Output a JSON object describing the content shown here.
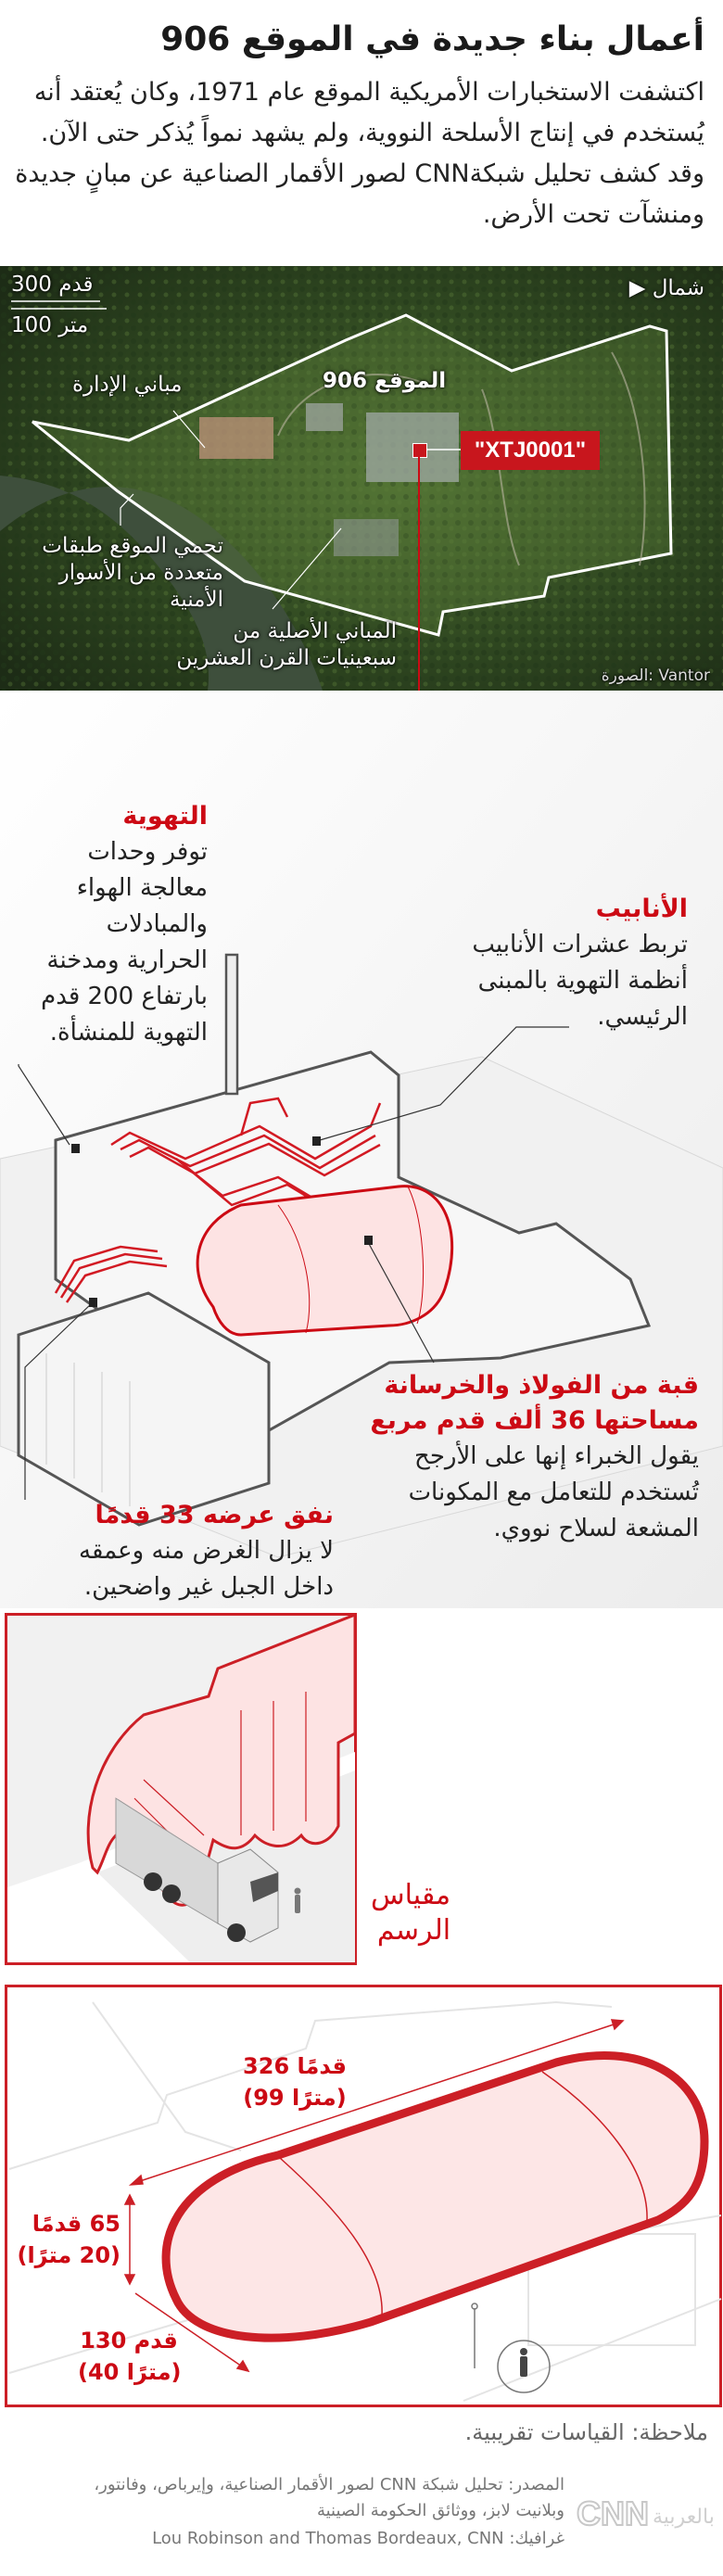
{
  "header": {
    "title": "أعمال بناء جديدة في الموقع 906",
    "intro": "اكتشفت الاستخبارات الأمريكية الموقع عام 1971، وكان يُعتقد أنه يُستخدم في إنتاج الأسلحة النووية، ولم يشهد نمواً يُذكر حتى الآن. وقد كشف تحليل شبكةCNN لصور الأقمار الصناعية عن مبانٍ جديدة ومنشآت تحت الأرض."
  },
  "map": {
    "scale_feet": "300 قدم",
    "scale_meters": "100 متر",
    "north": "شمال",
    "site_label": "الموقع 906",
    "admin_label": "مباني الإدارة",
    "walls_label": [
      "تحمي الموقع طبقات",
      "متعددة من الأسوار",
      "الأمنية"
    ],
    "original_label": [
      "المباني الأصلية من",
      "سبعينيات القرن العشرين"
    ],
    "building_id": "\"XTJ0001\"",
    "credit": "الصورة: Vantor"
  },
  "diagram": {
    "ventilation": {
      "title": "التهوية",
      "lines": [
        "توفر وحدات",
        "معالجة الهواء",
        "والمبادلات",
        "الحرارية ومدخنة",
        "بارتفاع 200 قدم",
        "التهوية للمنشأة."
      ]
    },
    "pipes": {
      "title": "الأنابيب",
      "lines": [
        "تربط عشرات الأنابيب",
        "أنظمة التهوية بالمبنى",
        "الرئيسي."
      ]
    },
    "dome": {
      "title": [
        "قبة من الفولاذ والخرسانة",
        "مساحتها 36 ألف قدم مربع"
      ],
      "lines": [
        "يقول الخبراء إنها على الأرجح",
        "تُستخدم للتعامل مع المكونات",
        "المشعة لسلاح نووي."
      ]
    },
    "tunnel": {
      "title": "نفق عرضه 33 قدمًا",
      "lines": [
        "لا يزال الغرض منه وعمقه",
        "داخل الجبل غير واضحين."
      ]
    }
  },
  "scale_box": {
    "label": [
      "مقياس",
      "الرسم"
    ]
  },
  "dimensions": {
    "length": [
      "326 قدمًا",
      "(99 مترًا)"
    ],
    "height": [
      "65 قدمًا",
      "(20 مترًا)"
    ],
    "width": [
      "130 قدم",
      "(40 مترًا)"
    ]
  },
  "footer": {
    "note": "ملاحظة: القياسات تقريبية.",
    "source": [
      "المصدر: تحليل شبكة CNN لصور الأقمار الصناعية، وإيرباص، وفانتور،",
      "وبلانيت لابز، ووثائق الحكومة الصينية"
    ],
    "graphic": "غرافيك: Lou Robinson and Thomas Bordeaux, CNN",
    "logo": "CNN بالعربية"
  },
  "colors": {
    "accent": "#cc0a14",
    "label_bg": "#c8161d"
  }
}
